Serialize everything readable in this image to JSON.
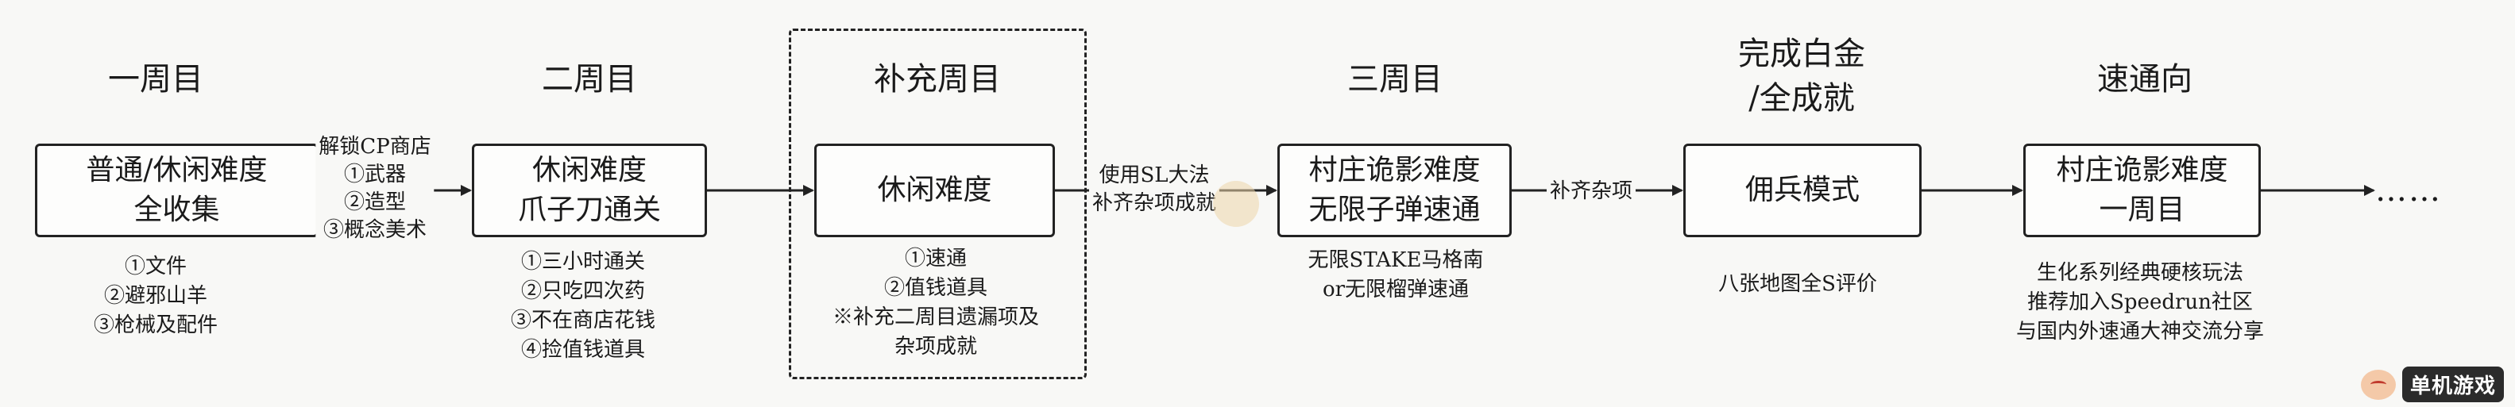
{
  "stages": [
    {
      "title": [
        "一周目"
      ],
      "box": [
        "普通/休闲难度",
        "全收集"
      ],
      "notes": [
        "①文件",
        "②避邪山羊",
        "③枪械及配件"
      ]
    },
    {
      "title": [
        "二周目"
      ],
      "box": [
        "休闲难度",
        "爪子刀通关"
      ],
      "notes": [
        "①三小时通关",
        "②只吃四次药",
        "③不在商店花钱",
        "④捡值钱道具"
      ]
    },
    {
      "title": [
        "补充周目"
      ],
      "box": [
        "休闲难度"
      ],
      "notes": [
        "①速通",
        "②值钱道具",
        "※补充二周目遗漏项及",
        "杂项成就"
      ]
    },
    {
      "title": [
        "三周目"
      ],
      "box": [
        "村庄诡影难度",
        "无限子弹速通"
      ],
      "notes": [
        "无限STAKE马格南",
        "or无限榴弹速通"
      ]
    },
    {
      "title": [
        "完成白金",
        "/全成就"
      ],
      "box": [
        "佣兵模式"
      ],
      "notes": [
        "八张地图全S评价"
      ]
    },
    {
      "title": [
        "速通向"
      ],
      "box": [
        "村庄诡影难度",
        "一周目"
      ],
      "notes": [
        "生化系列经典硬核玩法",
        "推荐加入Speedrun社区",
        "与国内外速通大神交流分享"
      ]
    }
  ],
  "edges": [
    {
      "label": [
        "解锁CP商店",
        "①武器",
        "②造型",
        "③概念美术"
      ]
    },
    {
      "label": []
    },
    {
      "label": [
        "使用SL大法",
        "补齐杂项成就"
      ]
    },
    {
      "label": [
        "补齐杂项"
      ]
    },
    {
      "label": []
    }
  ],
  "ellipsis": "……",
  "watermark": "单机游戏"
}
